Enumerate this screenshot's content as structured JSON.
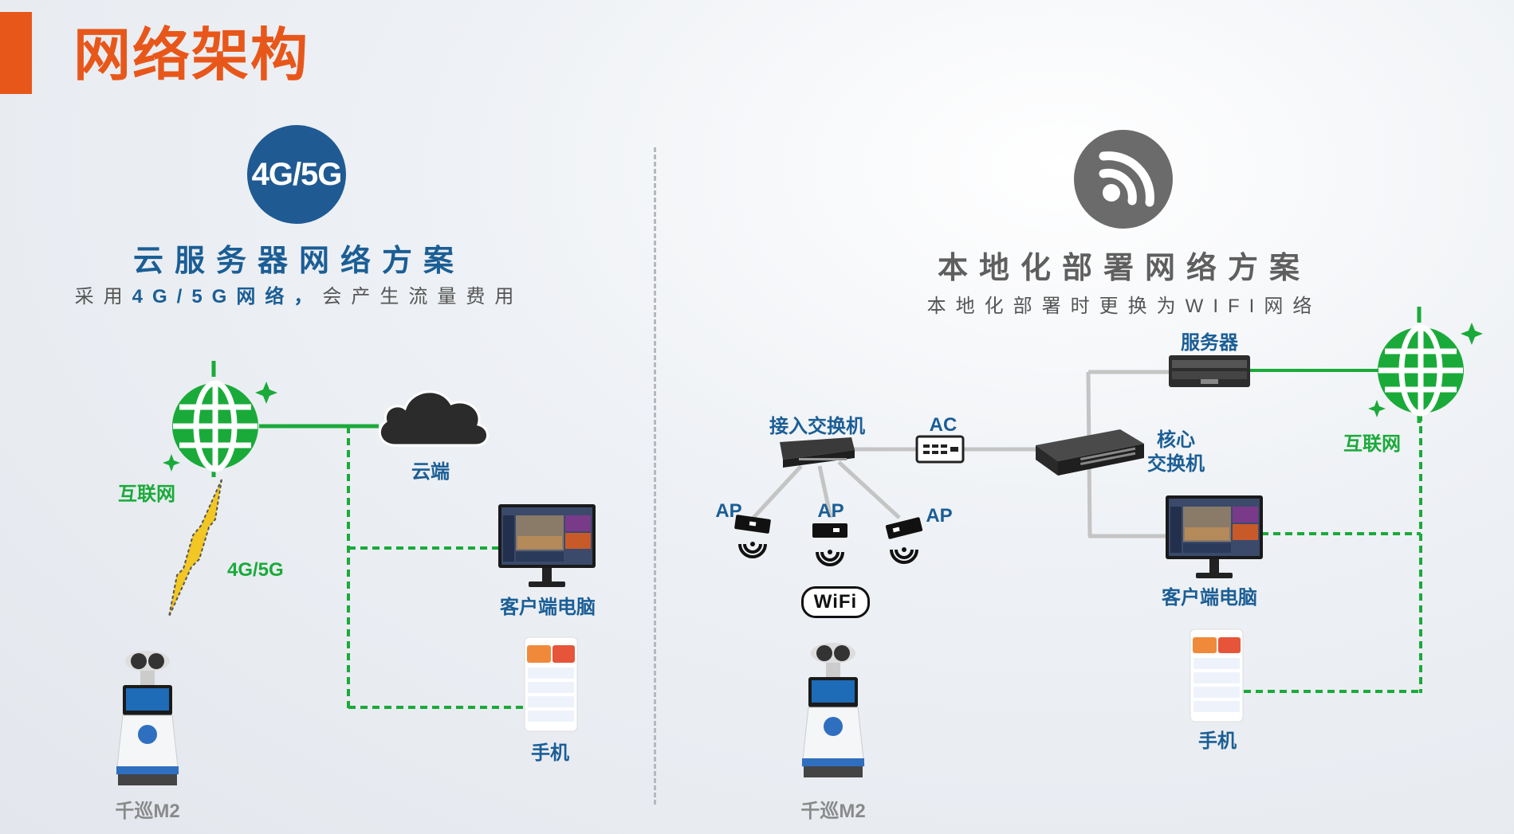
{
  "page_title": "网络架构",
  "left": {
    "badge": "4G/5G",
    "heading": "云服务器网络方案",
    "subtitle_pre": "采用",
    "subtitle_em": "4G/5G网络，",
    "subtitle_post": "会产生流量费用",
    "internet_label": "互联网",
    "cloud_label": "云端",
    "link_label": "4G/5G",
    "pc_label": "客户端电脑",
    "phone_label": "手机",
    "robot_label": "千巡M2"
  },
  "right": {
    "heading": "本地化部署网络方案",
    "subtitle": "本地化部署时更换为WIFI网络",
    "server_label": "服务器",
    "internet_label": "互联网",
    "access_switch_label": "接入交换机",
    "ac_label": "AC",
    "core_switch_label_1": "核心",
    "core_switch_label_2": "交换机",
    "ap_labels": [
      "AP",
      "AP",
      "AP"
    ],
    "wifi_logo": "WiFi",
    "pc_label": "客户端电脑",
    "phone_label": "手机",
    "robot_label": "千巡M2"
  },
  "colors": {
    "accent_orange": "#e8571a",
    "blue": "#1b5e95",
    "green": "#1aaa3a",
    "gray_link": "#c4c4c4"
  },
  "icons": [
    "globe-icon",
    "cloud-icon",
    "lightning-icon",
    "monitor-icon",
    "phone-icon",
    "robot-icon",
    "wifi-signal-icon",
    "switch-icon",
    "server-icon",
    "access-point-icon"
  ]
}
